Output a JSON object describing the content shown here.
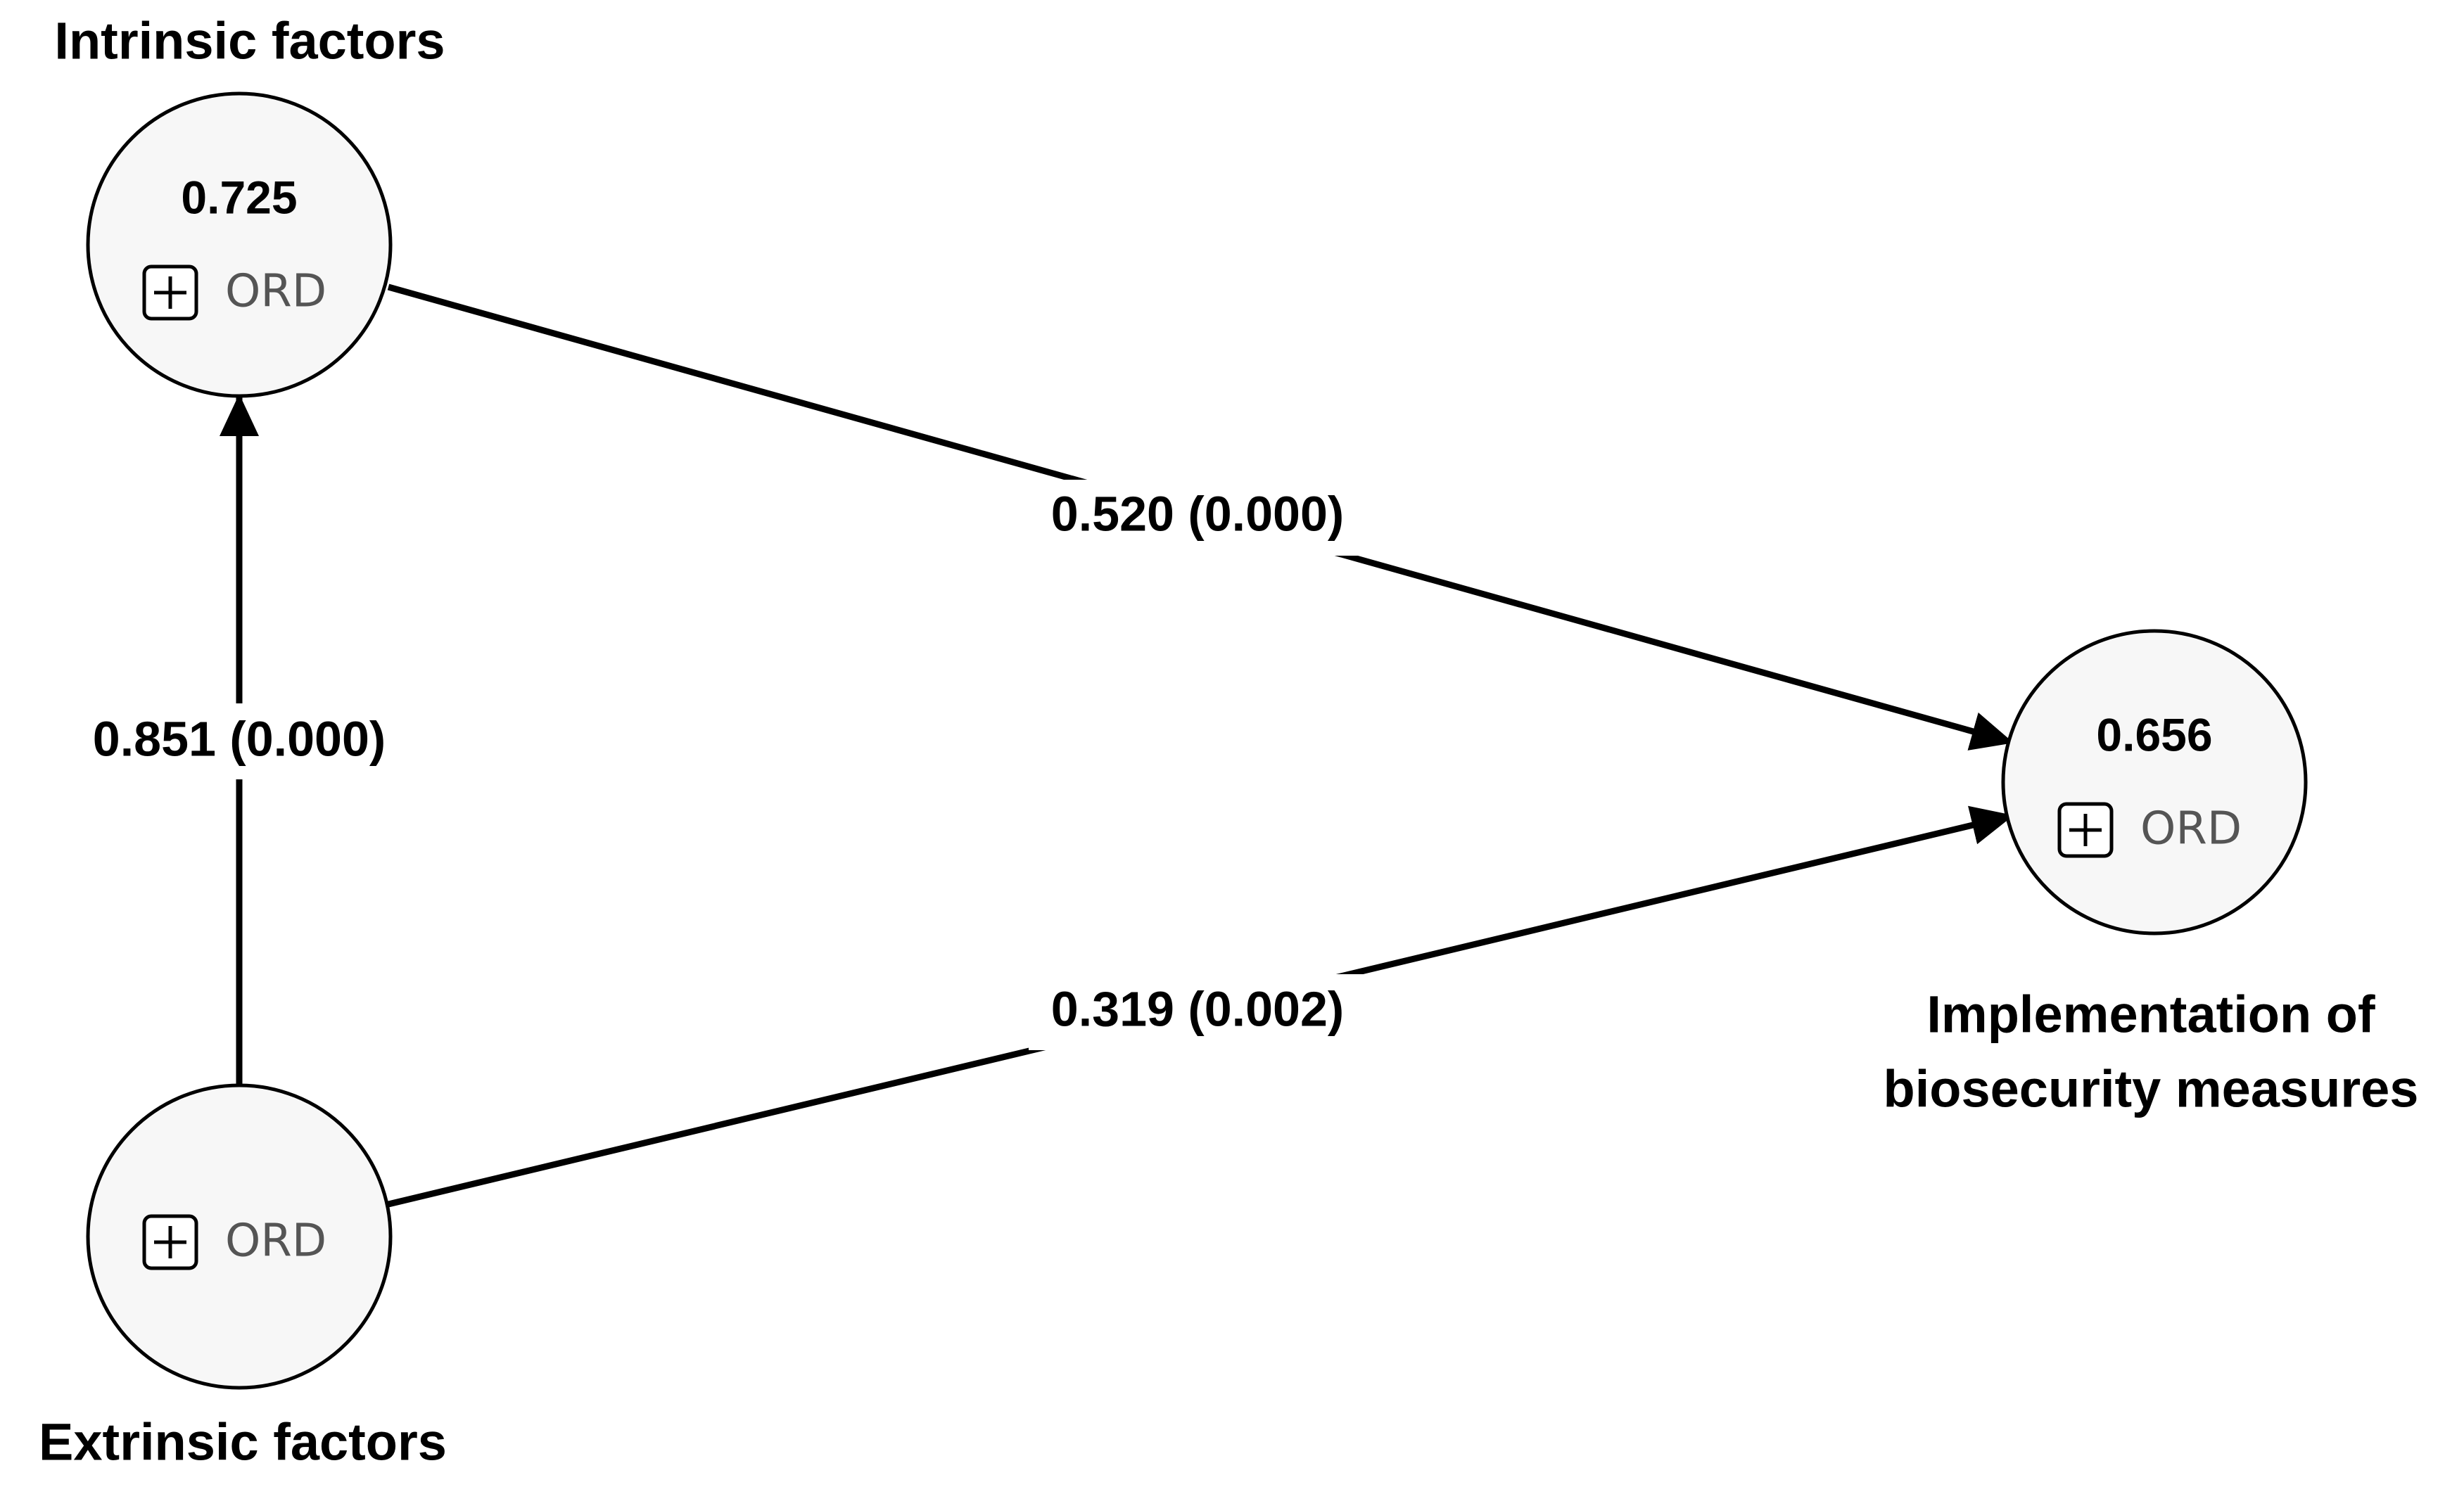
{
  "nodes": {
    "intrinsic": {
      "label": "Intrinsic factors",
      "value": "0.725",
      "indicator": "ORD",
      "icon": "expand-plus-icon"
    },
    "extrinsic": {
      "label": "Extrinsic factors",
      "value": "",
      "indicator": "ORD",
      "icon": "expand-plus-icon"
    },
    "implementation": {
      "label_line1": "Implementation of",
      "label_line2": "biosecurity measures",
      "value": "0.656",
      "indicator": "ORD",
      "icon": "expand-plus-icon"
    }
  },
  "edges": {
    "extrinsic_to_intrinsic": {
      "label": "0.851 (0.000)"
    },
    "intrinsic_to_implementation": {
      "label": "0.520 (0.000)"
    },
    "extrinsic_to_implementation": {
      "label": "0.319 (0.002)"
    }
  },
  "colors": {
    "node_fill": "#f7f7f7",
    "stroke": "#000000",
    "indicator_text": "#555555"
  }
}
